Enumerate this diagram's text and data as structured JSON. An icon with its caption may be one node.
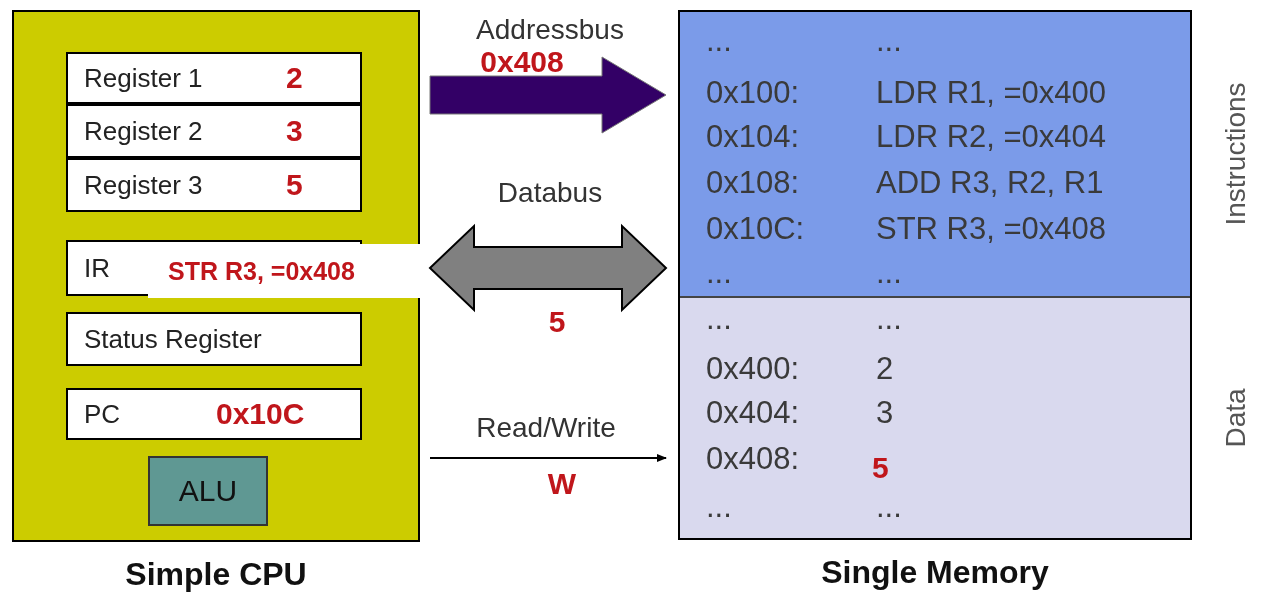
{
  "diagram": {
    "nodes": [
      {
        "text": [
          "Simple CPU"
        ]
      },
      {
        "text": [
          "Register 1",
          "2"
        ],
        "in": 0
      },
      {
        "text": [
          "Register 2",
          "3"
        ],
        "in": 0
      },
      {
        "text": [
          "Register 3",
          "5"
        ],
        "in": 0
      },
      {
        "text": [
          "IR",
          "STR R3, =0x408"
        ],
        "in": 0
      },
      {
        "text": [
          "Status Register"
        ],
        "in": 0
      },
      {
        "text": [
          "PC",
          "0x10C"
        ],
        "in": 0
      },
      {
        "text": [
          "ALU"
        ],
        "in": 0
      },
      {
        "text": [
          "Single Memory"
        ]
      },
      {
        "text": [
          "Instructions"
        ],
        "in": 8
      },
      {
        "text": [
          "Data"
        ],
        "in": 8
      }
    ],
    "edges": [
      {
        "from": 0,
        "to": 8,
        "arrow": "to",
        "label": "Addressbus",
        "style": "thick",
        "color": "#330066"
      },
      {
        "from": 0,
        "to": 8,
        "arrow": "both",
        "label": "Databus",
        "style": "thick",
        "color": "#808080"
      },
      {
        "from": 0,
        "to": 8,
        "arrow": "to",
        "label": "Read/Write"
      }
    ],
    "labels": [
      "0x408",
      "5",
      "W",
      "...",
      "...",
      "0x100:",
      "LDR R1, =0x400",
      "0x104:",
      "LDR R2, =0x404",
      "0x108:",
      "ADD R3, R2, R1",
      "0x10C:",
      "STR R3, =0x408",
      "...",
      "...",
      "...",
      "...",
      "0x400:",
      "2",
      "0x404:",
      "3",
      "0x408:",
      "5",
      "...",
      "..."
    ]
  }
}
